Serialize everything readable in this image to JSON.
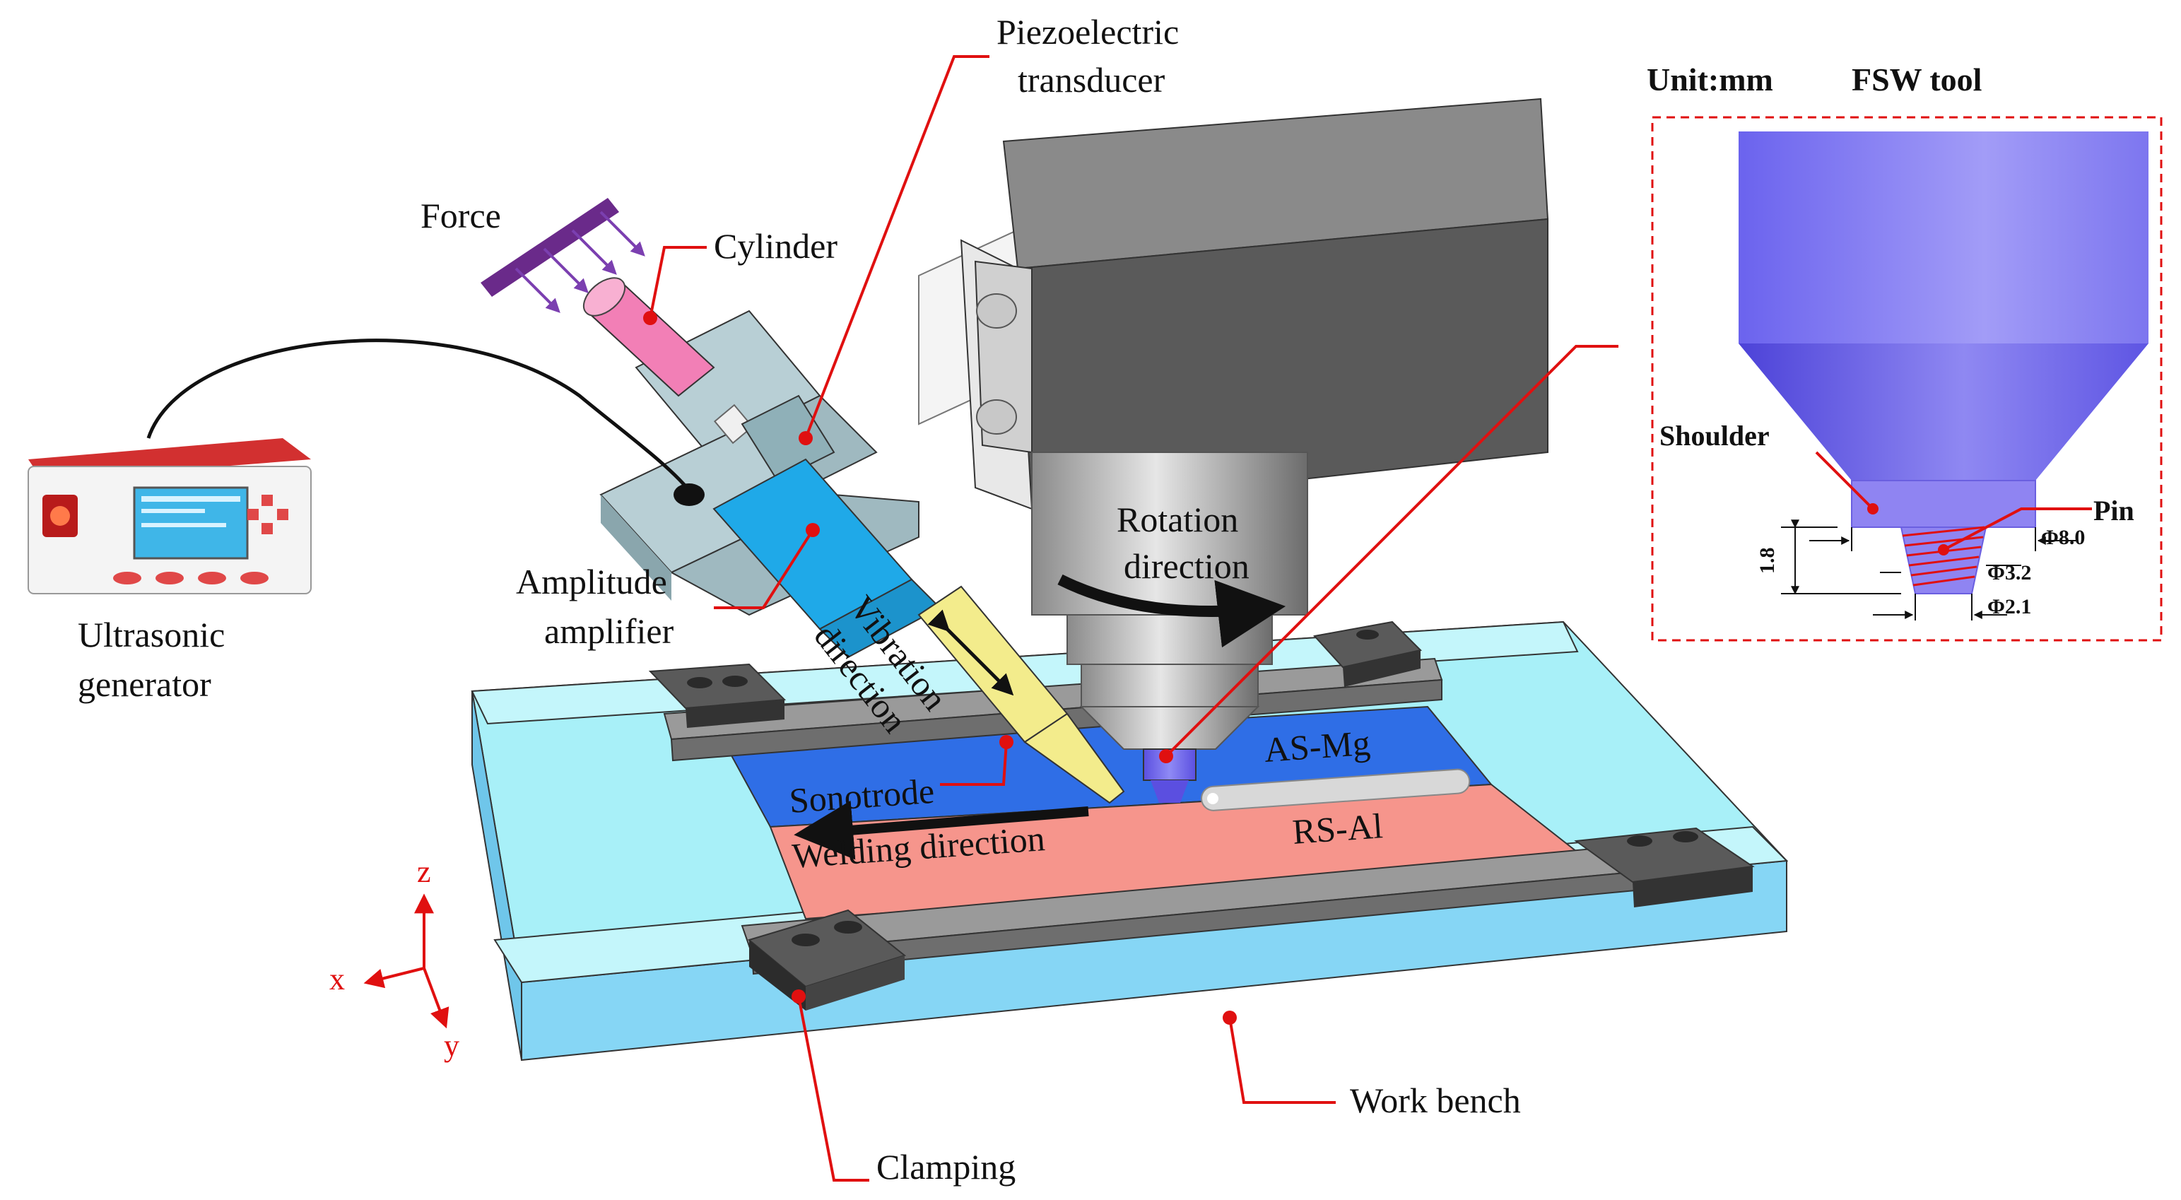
{
  "labels": {
    "piezo_line1": "Piezoelectric",
    "piezo_line2": "transducer",
    "force": "Force",
    "cylinder": "Cylinder",
    "amplitude_line1": "Amplitude",
    "amplitude_line2": "amplifier",
    "ultrasonic_line1": "Ultrasonic",
    "ultrasonic_line2": "generator",
    "rotation_line1": "Rotation",
    "rotation_line2": "direction",
    "vibration_line1": "Vibration",
    "vibration_line2": "direction",
    "sonotrode": "Sonotrode",
    "welding_direction": "Welding direction",
    "as_mg": "AS-Mg",
    "rs_al": "RS-Al",
    "work_bench": "Work bench",
    "clamping": "Clamping"
  },
  "axes": {
    "z": "z",
    "x": "x",
    "y": "y"
  },
  "inset": {
    "unit": "Unit:mm",
    "title": "FSW tool",
    "shoulder": "Shoulder",
    "pin": "Pin",
    "dim_shoulder_dia": "Φ8.0",
    "dim_pin_top": "Φ3.2",
    "dim_pin_bottom": "Φ2.1",
    "dim_pin_length": "1.8"
  },
  "colors": {
    "leader": "#e01010",
    "bench": "#9fe9f5",
    "as_plate": "#2a6be8",
    "rs_plate": "#f48e86",
    "tool": "#7a6ff0",
    "head": "#707070",
    "amplifier": "#1fa9e8",
    "sonotrode": "#f2ec8a",
    "cylinder": "#f07ab0",
    "force_bar": "#6a2a8a"
  }
}
